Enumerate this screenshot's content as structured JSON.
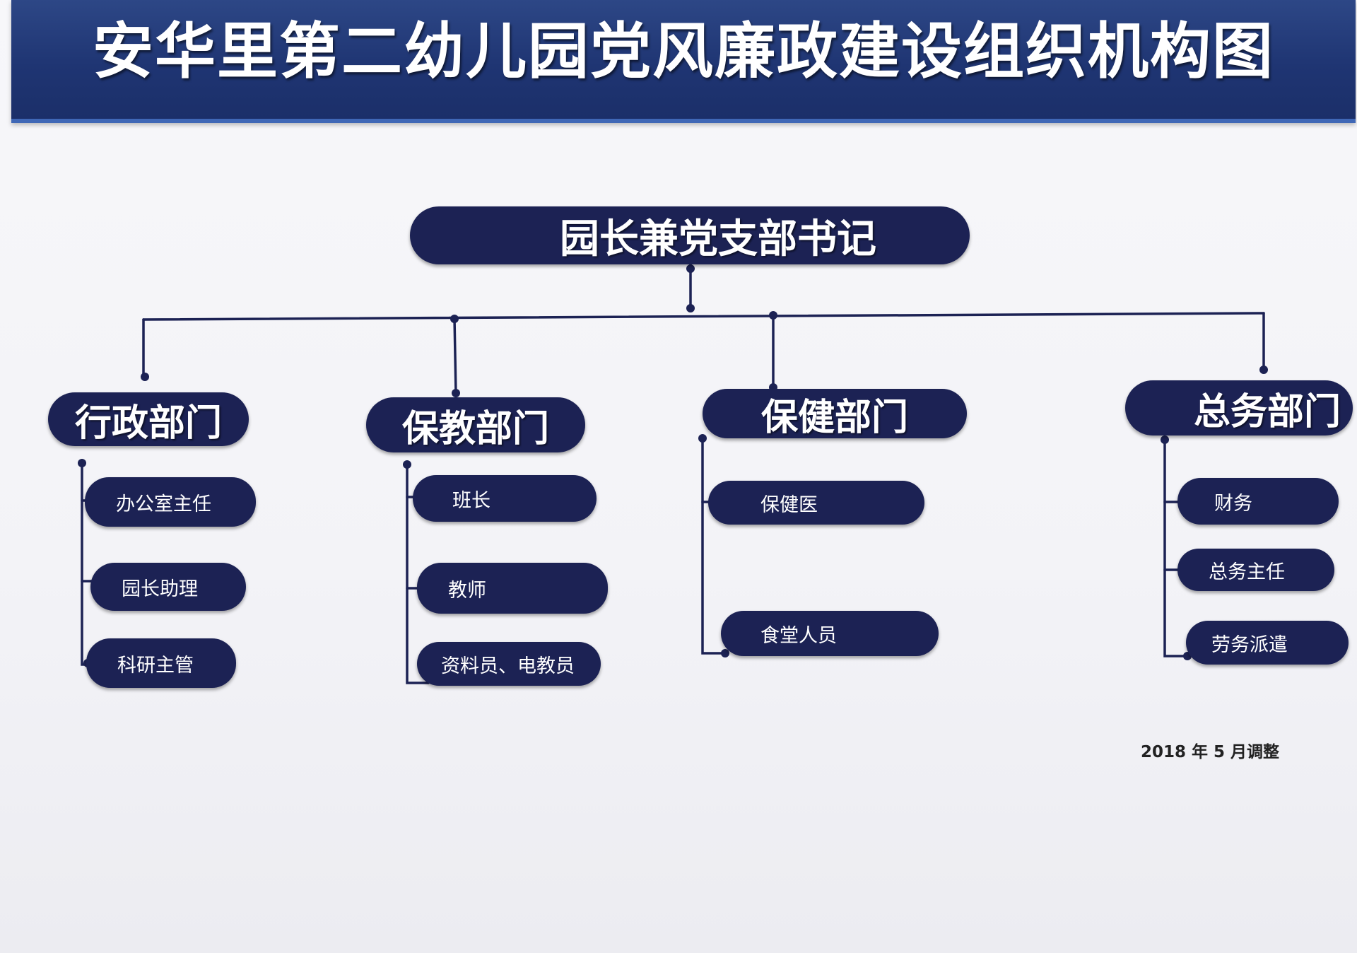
{
  "title": "安华里第二幼儿园党风廉政建设组织机构图",
  "root": "园长兼党支部书记",
  "departments": [
    {
      "name": "行政部门",
      "roles": [
        "办公室主任",
        "园长助理",
        "科研主管"
      ]
    },
    {
      "name": "保教部门",
      "roles": [
        "班长",
        "教师",
        "资料员、电教员"
      ]
    },
    {
      "name": "保健部门",
      "roles": [
        "保健医",
        "食堂人员"
      ]
    },
    {
      "name": "总务部门",
      "roles": [
        "财务",
        "总务主任",
        "劳务派遣"
      ]
    }
  ],
  "footnote": "2018 年 5 月调整",
  "colors": {
    "banner": "#1f3573",
    "banner_accent": "#3f67b6",
    "node_fill": "#1c2254",
    "node_text": "#ffffff",
    "connector": "#1c2254"
  }
}
